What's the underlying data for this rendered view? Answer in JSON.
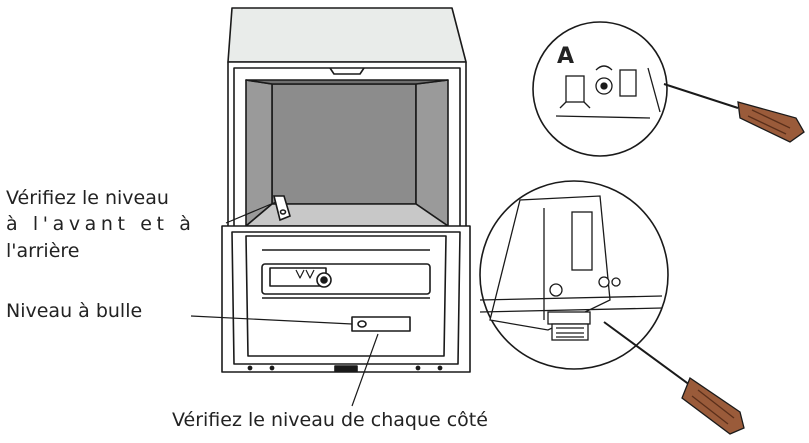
{
  "labels": {
    "check_front_back_line1": "Vérifiez le niveau",
    "check_front_back_line2": "à l'avant et à",
    "check_front_back_line3": "l'arrière",
    "bubble_level": "Niveau à bulle",
    "check_each_side": "Vérifiez le niveau de chaque côté",
    "detail_a": "A"
  },
  "colors": {
    "line": "#1a1a1a",
    "tub_interior": "#8c8c8c",
    "tub_floor": "#c8c8c8",
    "cabinet_face": "#e9ecea",
    "screwdriver_handle": "#9a5b3a"
  }
}
